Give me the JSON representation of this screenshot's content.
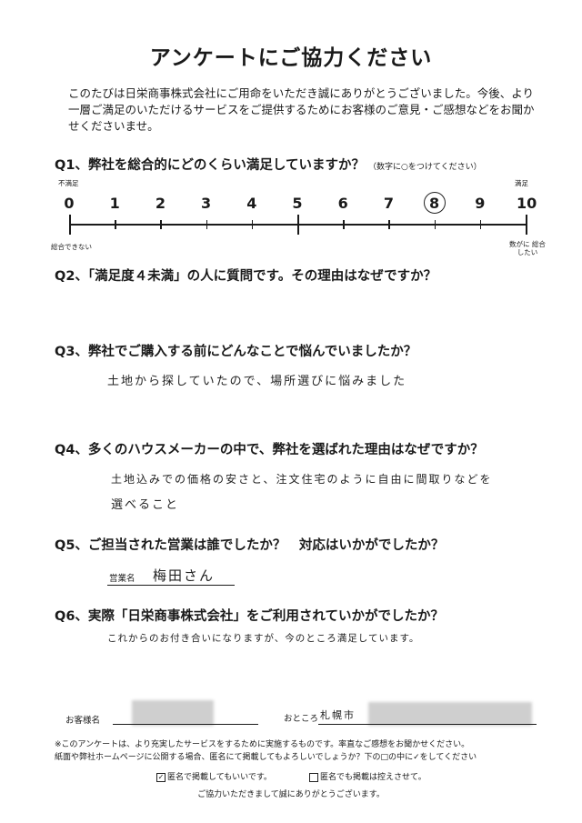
{
  "title": "アンケートにご協力ください",
  "intro": "このたびは日栄商事株式会社にご用命をいただき誠にありがとうございました。今後、より一層ご満足のいただけるサービスをご提供するためにお客様のご意見・ご感想などをお聞かせくださいませ。",
  "q1": {
    "question": "Q1、弊社を総合的にどのくらい満足していますか？",
    "note": "（数字に○をつけてください）",
    "scale": [
      "0",
      "1",
      "2",
      "3",
      "4",
      "5",
      "6",
      "7",
      "8",
      "9",
      "10"
    ],
    "low_label_top": "不満足",
    "high_label_top": "満足",
    "low_label_bottom": "総合できない",
    "high_label_bottom": "数がに 総合したい",
    "selected": 8
  },
  "q2": {
    "question": "Q2、「満足度４未満」の人に質問です。その理由はなぜですか？",
    "answer": ""
  },
  "q3": {
    "question": "Q3、弊社でご購入する前にどんなことで悩んでいましたか？",
    "answer": "土地から探していたので、場所選びに悩みました"
  },
  "q4": {
    "question": "Q4、多くのハウスメーカーの中で、弊社を選ばれた理由はなぜですか？",
    "answer_line1": "土地込みでの価格の安さと、注文住宅のように自由に間取りなどを",
    "answer_line2": "選べること"
  },
  "q5": {
    "question": "Q5、ご担当された営業は誰でしたか？　対応はいかがでしたか？",
    "sales_label": "営業名",
    "sales_name": "梅田さん"
  },
  "q6": {
    "question": "Q6、実際「日栄商事株式会社」をご利用されていかがでしたか？",
    "answer": "これからのお付き合いになりますが、今のところ満足しています。"
  },
  "customer": {
    "name_label": "お客様名",
    "address_label": "おところ",
    "address_value": "札幌市"
  },
  "footer": {
    "line1": "※このアンケートは、より充実したサービスをするために実施するものです。率直なご感想をお聞かせください。",
    "line2": "紙面や弊社ホームページに公開する場合、匿名にて掲載してもよろしいでしょうか？下の□の中に✓をしてください",
    "opt1": "匿名で掲載してもいいです。",
    "opt1_mark": "✓",
    "opt2": "匿名でも掲載は控えさせて。",
    "thanks": "ご協力いただきまして誠にありがとうございます。"
  }
}
